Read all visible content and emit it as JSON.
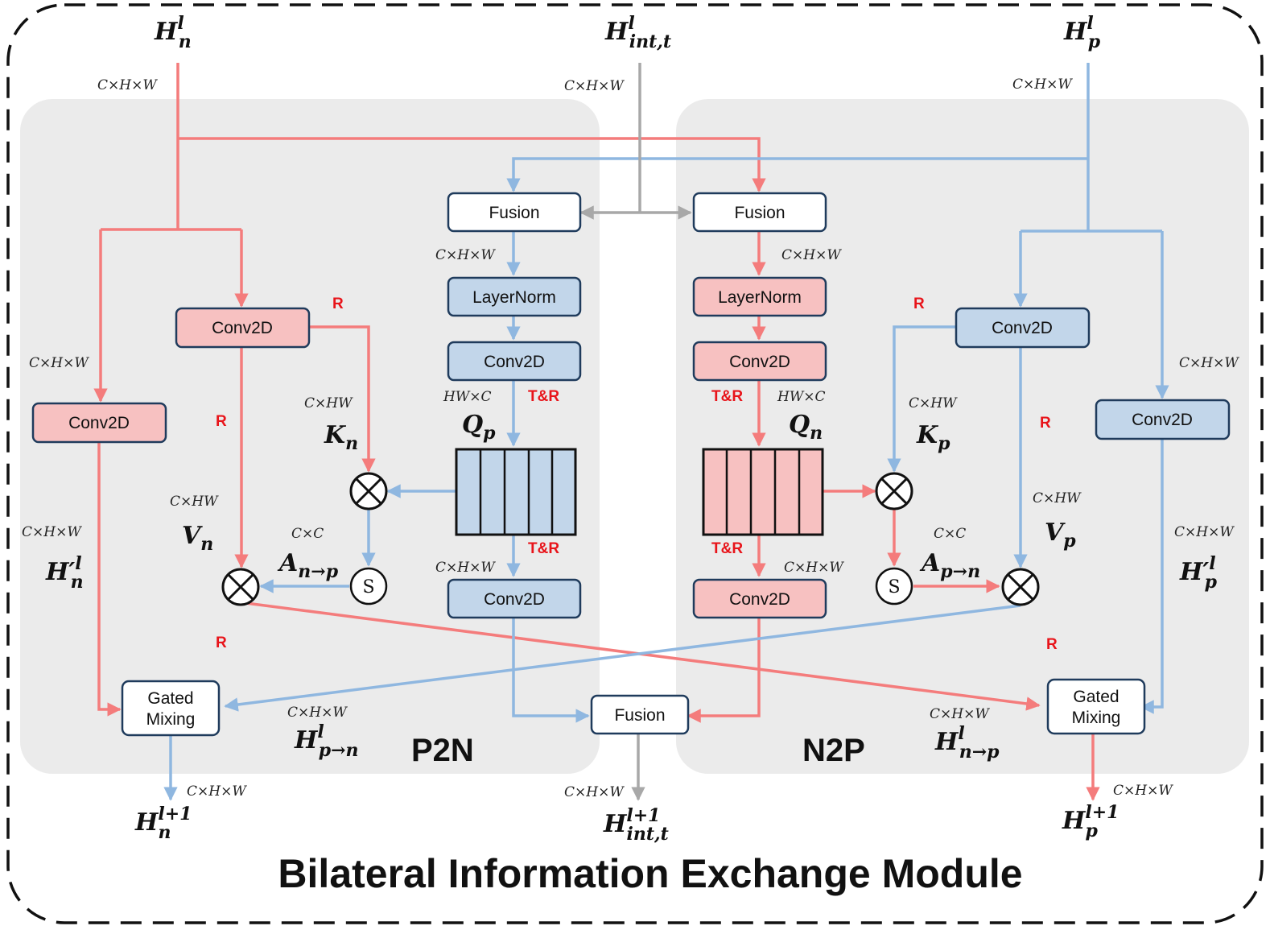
{
  "title": "Bilateral Information Exchange Module",
  "panels": {
    "left": "P2N",
    "right": "N2P"
  },
  "inputs": {
    "hn": {
      "base": "H",
      "sup": "l",
      "sub": "n"
    },
    "hint": {
      "base": "H",
      "sup": "l",
      "sub": "int,t"
    },
    "hp": {
      "base": "H",
      "sup": "l",
      "sub": "p"
    }
  },
  "outputs": {
    "hn": {
      "base": "H",
      "sup": "l+1",
      "sub": "n"
    },
    "hint": {
      "base": "H",
      "sup": "l+1",
      "sub": "int,t"
    },
    "hp": {
      "base": "H",
      "sup": "l+1",
      "sub": "p"
    }
  },
  "blocks": {
    "fusion_left": "Fusion",
    "fusion_right": "Fusion",
    "fusion_bottom": "Fusion",
    "layernorm_left": "LayerNorm",
    "layernorm_right": "LayerNorm",
    "conv_q_left": "Conv2D",
    "conv_q_right": "Conv2D",
    "conv_out_left": "Conv2D",
    "conv_out_right": "Conv2D",
    "conv_k_left": "Conv2D",
    "conv_k_right": "Conv2D",
    "conv_skip_left": "Conv2D",
    "conv_skip_right": "Conv2D",
    "gated_left": [
      "Gated",
      "Mixing"
    ],
    "gated_right": [
      "Gated",
      "Mixing"
    ],
    "softmax": "S"
  },
  "dims": {
    "chw": "C×H×W",
    "chw_times": "C×HW",
    "hwc": "HW×C",
    "cc": "C×C"
  },
  "tags": {
    "r": "R",
    "tr": "T&R"
  },
  "symbols": {
    "kn": {
      "base": "K",
      "sub": "n"
    },
    "kp": {
      "base": "K",
      "sub": "p"
    },
    "qp": {
      "base": "Q",
      "sub": "p"
    },
    "qn": {
      "base": "Q",
      "sub": "n"
    },
    "vn": {
      "base": "V",
      "sub": "n"
    },
    "vp": {
      "base": "V",
      "sub": "p"
    },
    "anp": {
      "base": "A",
      "sub": "n→p"
    },
    "apn": {
      "base": "A",
      "sub": "p→n"
    },
    "hn_prime": {
      "base": "H′",
      "sup": "l",
      "sub": "n"
    },
    "hp_prime": {
      "base": "H′",
      "sup": "l",
      "sub": "p"
    },
    "hpn": {
      "base": "H",
      "sup": "l",
      "sub": "p→n"
    },
    "hnp": {
      "base": "H",
      "sup": "l",
      "sub": "n→p"
    }
  },
  "colors": {
    "red_line": "#f47c7c",
    "blue_line": "#8fb7e0",
    "gray_line": "#a8a8a8",
    "red_fill": "#f7c1c1",
    "blue_fill": "#c2d6ea",
    "panel_bg": "#ebebeb",
    "box_stroke": "#1f3b5c"
  }
}
